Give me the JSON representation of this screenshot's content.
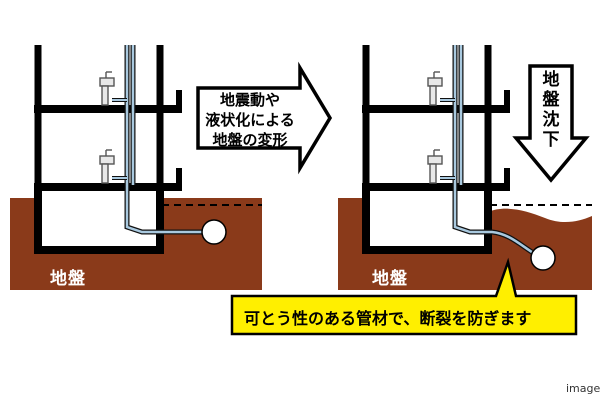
{
  "left_panel": {
    "ground_label": "地盤"
  },
  "right_panel": {
    "ground_label": "地盤"
  },
  "middle_arrow": {
    "line1": "地震動や",
    "line2": "液状化による",
    "line3": "地盤の変形"
  },
  "down_arrow": {
    "text": "地盤沈下"
  },
  "callout": {
    "text": "可とう性のある管材で、断裂を防ぎます"
  },
  "caption": {
    "text": "image"
  },
  "colors": {
    "ground": "#8a3a1a",
    "callout_fill": "#ffef00",
    "pipe": "#a9c9df",
    "structure": "#000000"
  }
}
